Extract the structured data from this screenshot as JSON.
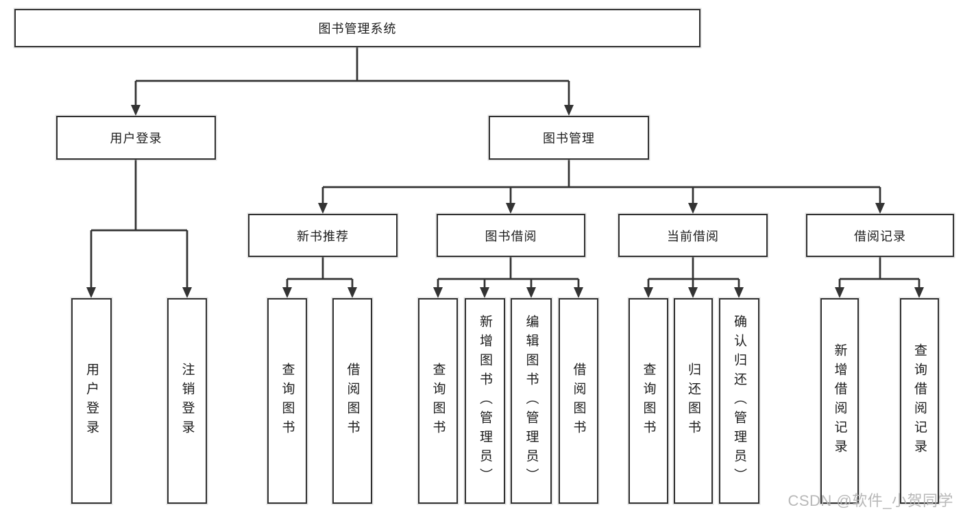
{
  "diagram": {
    "root": "图书管理系统",
    "login_branch": {
      "label": "用户登录",
      "children": [
        "用户登录",
        "注销登录"
      ]
    },
    "mgmt_branch": {
      "label": "图书管理",
      "sections": [
        {
          "label": "新书推荐",
          "children": [
            "查询图书",
            "借阅图书"
          ]
        },
        {
          "label": "图书借阅",
          "children": [
            "查询图书",
            "新增图书（管理员）",
            "编辑图书（管理员）",
            "借阅图书"
          ]
        },
        {
          "label": "当前借阅",
          "children": [
            "查询图书",
            "归还图书",
            "确认归还（管理员）"
          ]
        },
        {
          "label": "借阅记录",
          "children": [
            "新增借阅记录",
            "查询借阅记录"
          ]
        }
      ]
    }
  },
  "watermark": {
    "text": "CSDN @软件_小贺同学"
  },
  "colors": {
    "line": "#333333",
    "box_border": "#303030",
    "box_fill": "#ffffff",
    "text": "#1c1c1c",
    "watermark": "#b2b2b2"
  }
}
